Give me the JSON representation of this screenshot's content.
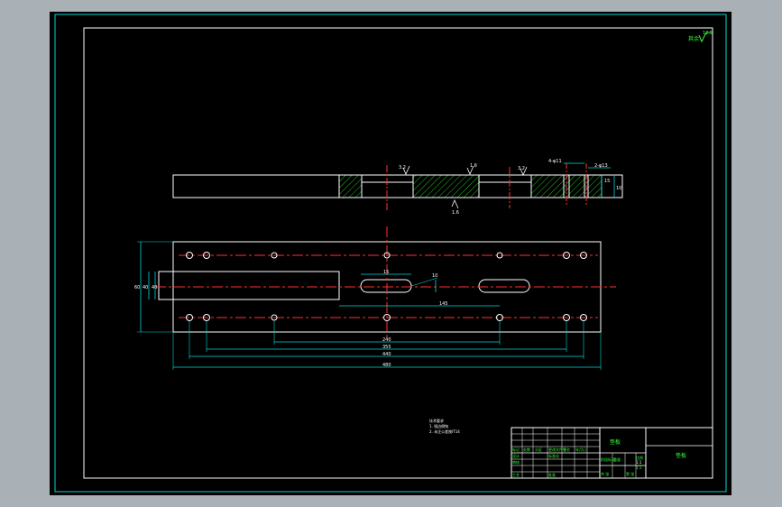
{
  "colors": {
    "outline": "#ffffff",
    "frame": "#00d9d9",
    "centerline": "#ff3030",
    "hatch": "#22bb22",
    "label": "#33ff33"
  },
  "surface_finish": {
    "symbol": "surface-finish-icon",
    "value": "12.5",
    "prefix": "其余"
  },
  "section_notes": {
    "left": "3.2",
    "middle": "1.6",
    "right": "3.2",
    "bottom": "1.6"
  },
  "right_dims": {
    "a": "4-φ11",
    "b": "2-φ13",
    "c": "15",
    "d": "10"
  },
  "plan_dims": {
    "d1": "60",
    "d2": "40",
    "d3": "40",
    "d4": "15",
    "d5": "145",
    "d6": "10",
    "d7": "240",
    "d8": "355",
    "d9": "440",
    "d10": "480"
  },
  "tech_notes": {
    "line1": "技术要求",
    "line2": "1. 锐边倒钝",
    "line3": "2. 未注公差按IT14"
  },
  "title_block": {
    "part_name": "垫板",
    "drawing_no": "垫板",
    "scale": "1:1",
    "r1": [
      "标记",
      "处数",
      "分区",
      "更改文件号",
      "签名",
      "年月日"
    ],
    "r2": [
      "设计",
      "",
      "标准化",
      "",
      "阶段标记",
      "重量",
      "比例"
    ],
    "r3": [
      "审核",
      "",
      "",
      "",
      "",
      "",
      "1:1"
    ],
    "r4": [
      "工艺",
      "",
      "批准",
      "",
      "共 张",
      "第 张"
    ]
  }
}
